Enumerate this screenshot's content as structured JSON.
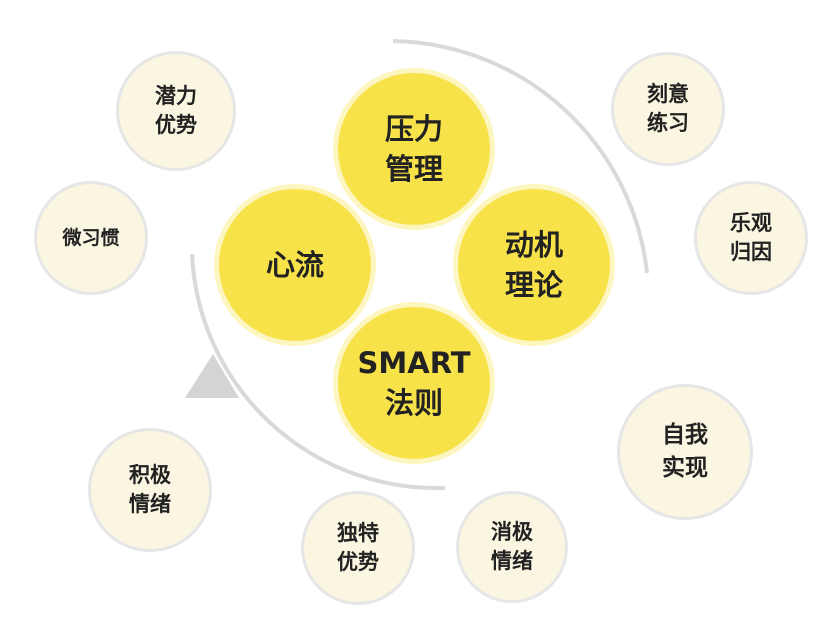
{
  "core_concepts": [
    {
      "id": "pressure",
      "label": "压力\n管理"
    },
    {
      "id": "flow",
      "label": "心流"
    },
    {
      "id": "motivation",
      "label": "动机\n理论"
    },
    {
      "id": "smart",
      "label": "SMART\n法则"
    }
  ],
  "related_concepts": [
    {
      "id": "potential",
      "label": "潜力\n优势"
    },
    {
      "id": "deliberate",
      "label": "刻意\n练习"
    },
    {
      "id": "micro-habit",
      "label": "微习惯"
    },
    {
      "id": "optimism",
      "label": "乐观\n归因"
    },
    {
      "id": "self-actualization",
      "label": "自我\n实现"
    },
    {
      "id": "positive-emotion",
      "label": "积极\n情绪"
    },
    {
      "id": "unique-strength",
      "label": "独特\n优势"
    },
    {
      "id": "negative-emotion",
      "label": "消极\n情绪"
    }
  ],
  "colors": {
    "core_fill": "#f8e24a",
    "core_ring": "#fdf6c0",
    "satellite_fill": "#fbf6e1",
    "satellite_ring": "#e6e6e6",
    "arc": "#d9d9d9",
    "arrow": "#d4d4d4",
    "text": "#222222"
  }
}
